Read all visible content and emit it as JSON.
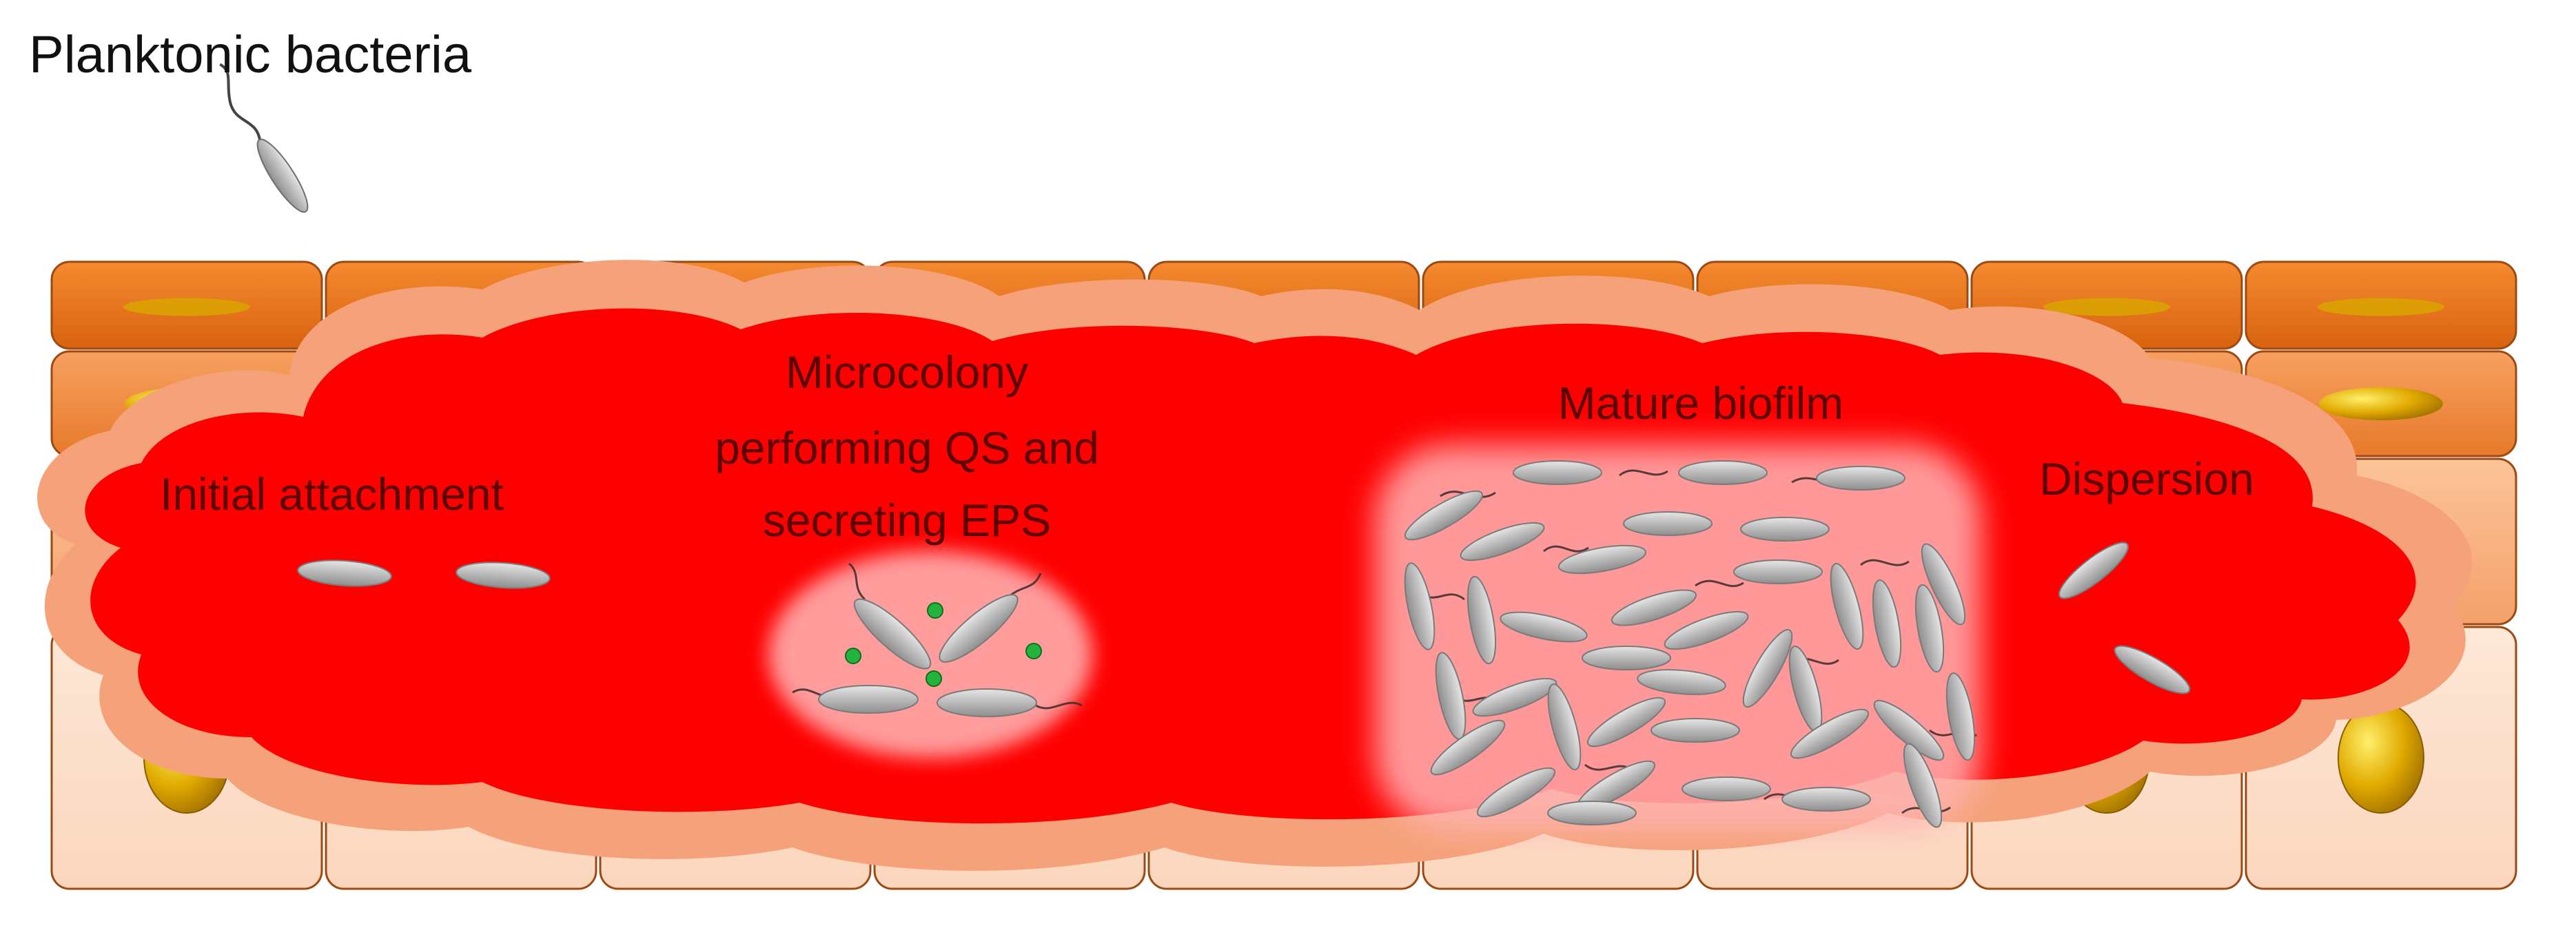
{
  "title": "Planktonic bacteria",
  "stages": {
    "initial": {
      "label": "Initial attachment"
    },
    "microcolony": {
      "lines": [
        "Microcolony",
        "performing QS and",
        "secreting EPS"
      ]
    },
    "mature": {
      "label": "Mature biofilm"
    },
    "dispersion": {
      "label": "Dispersion"
    }
  },
  "colors": {
    "biofilm_red": "#ff0000",
    "biofilm_rim": "#f4a37a",
    "cell_top": "#e8741c",
    "cell_mid": "#f29a58",
    "cell_bottom": "#fde4d2",
    "nucleus": "#d9a400",
    "bacterium": "#b8b8b8",
    "qs_signal": "#1fb43a"
  }
}
